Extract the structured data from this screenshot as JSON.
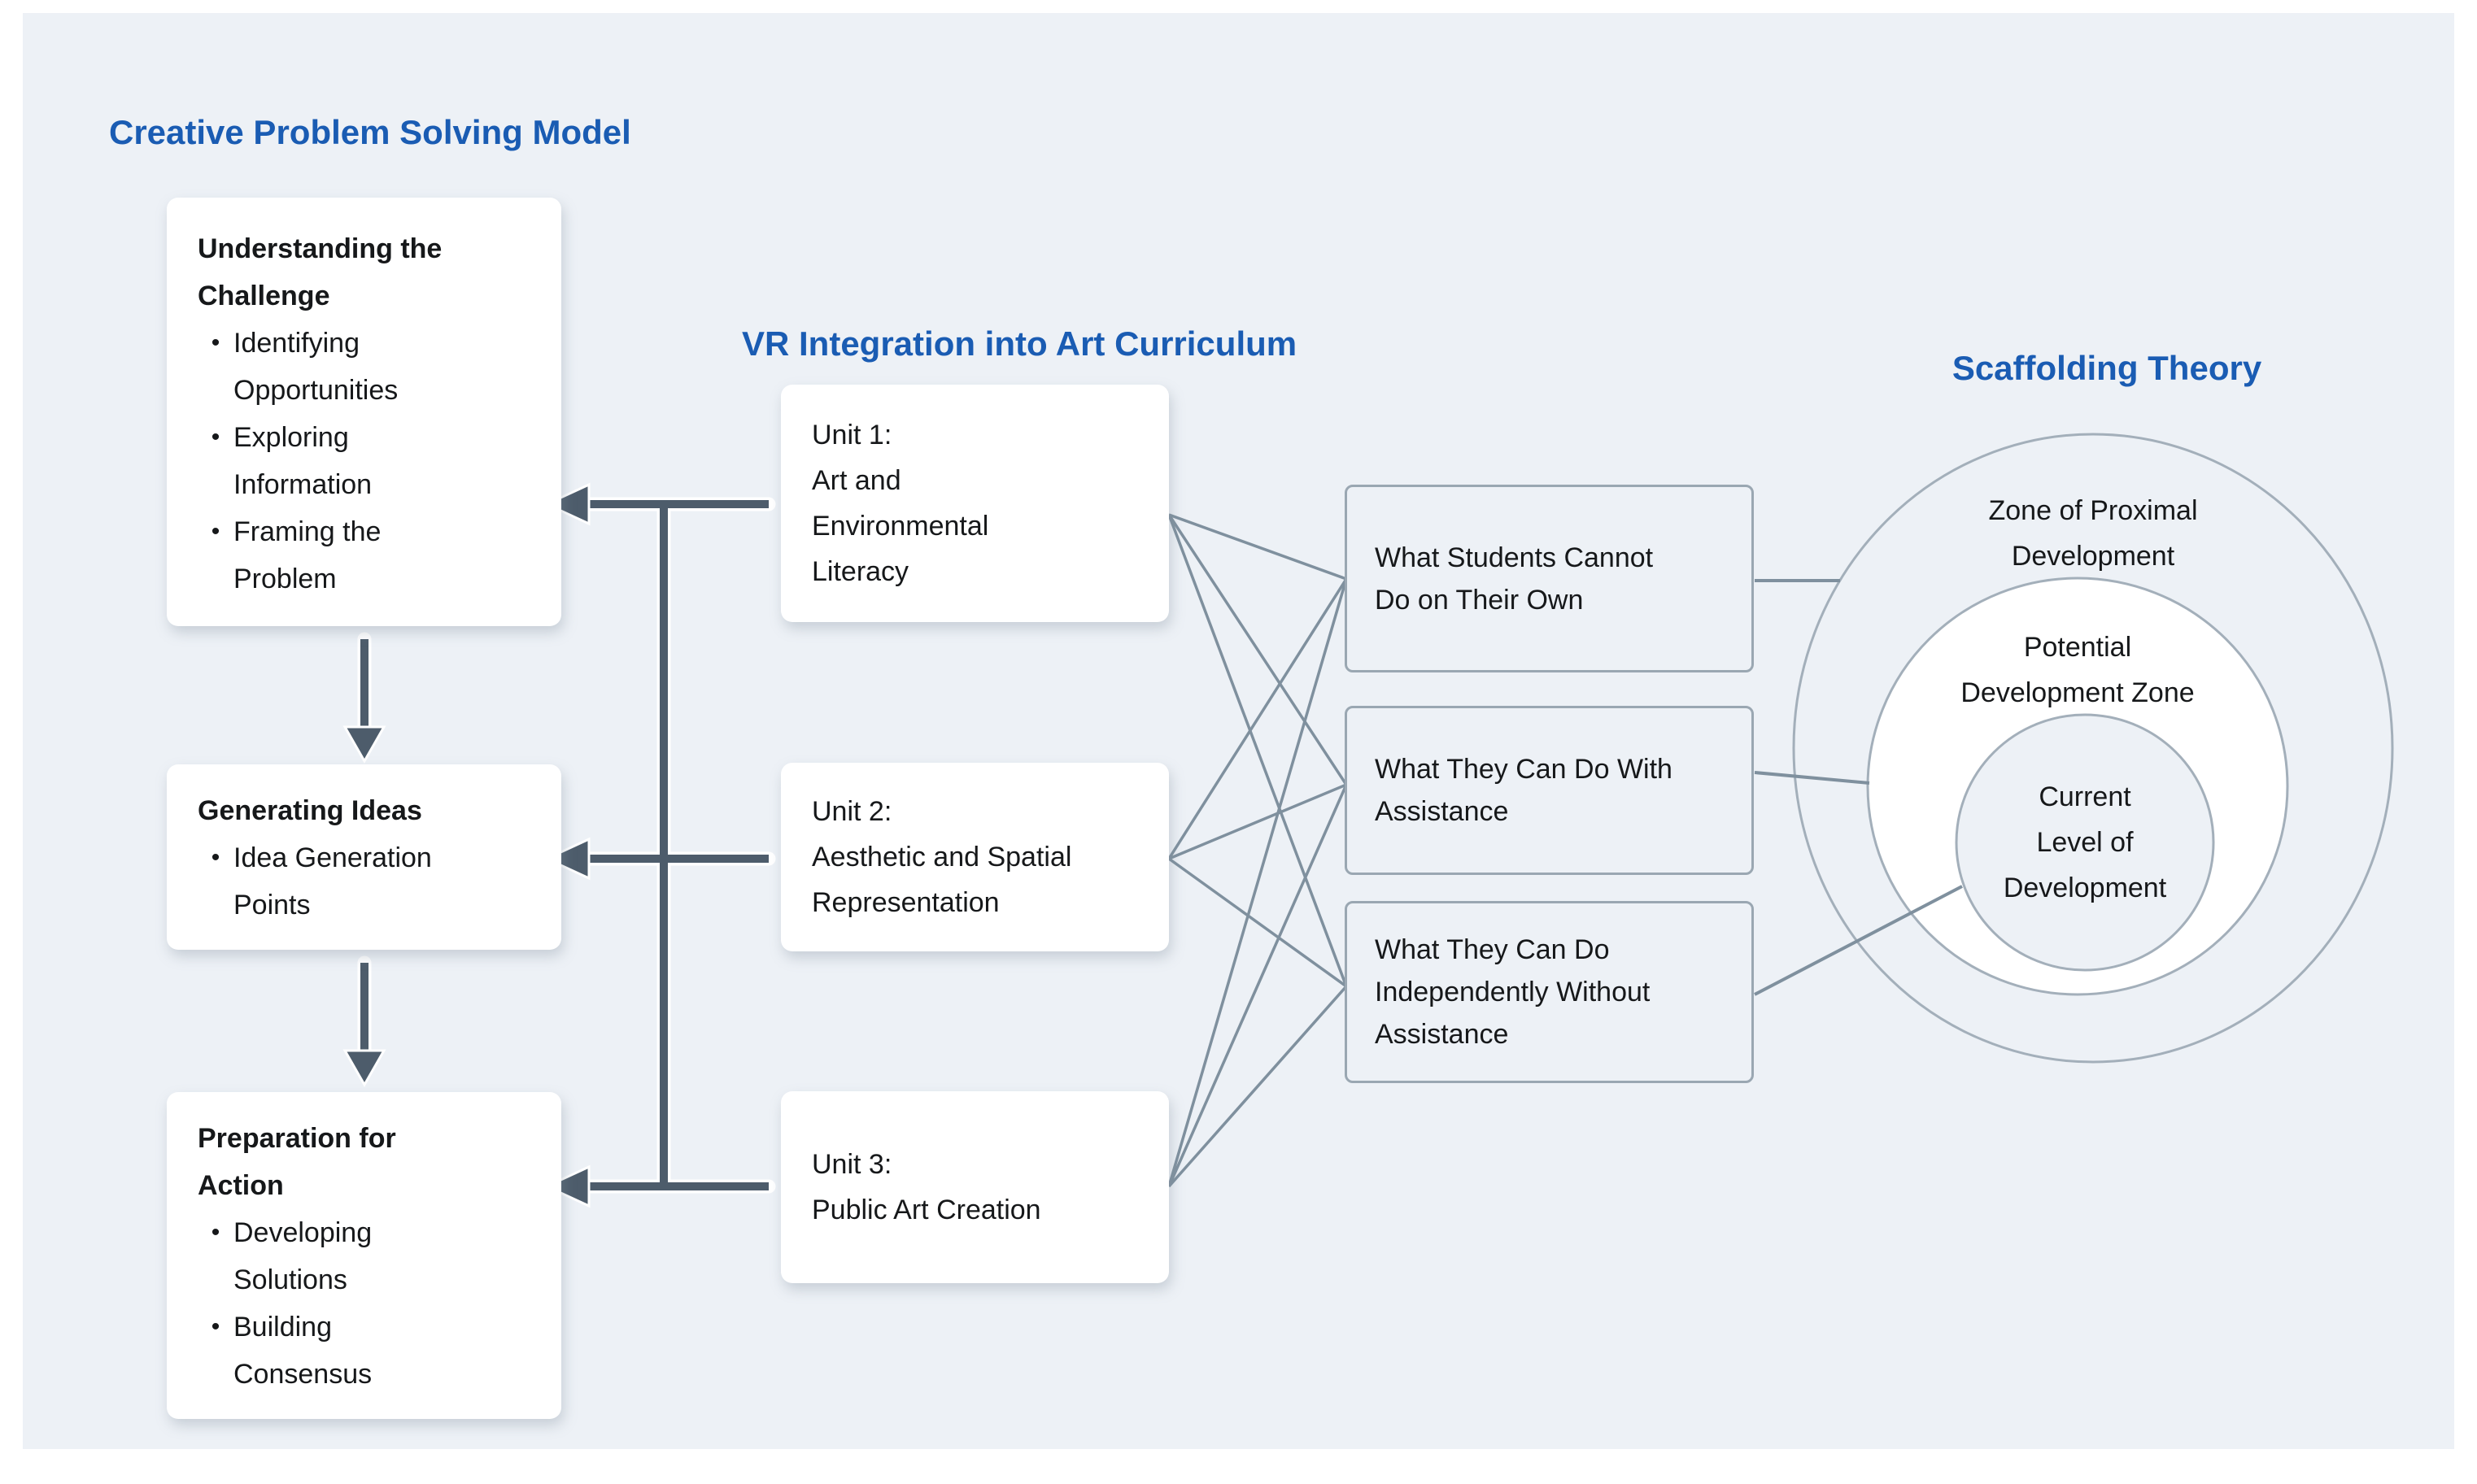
{
  "titles": {
    "cps": "Creative Problem Solving Model",
    "vr": "VR Integration into Art Curriculum",
    "scaffolding": "Scaffolding Theory"
  },
  "cps_boxes": [
    {
      "title": "Understanding the\nChallenge",
      "bullets": [
        "Identifying\nOpportunities",
        "Exploring\nInformation",
        "Framing the\nProblem"
      ]
    },
    {
      "title": "Generating Ideas",
      "bullets": [
        "Idea Generation\nPoints"
      ]
    },
    {
      "title": "Preparation for\nAction",
      "bullets": [
        "Developing\nSolutions",
        "Building\nConsensus"
      ]
    }
  ],
  "bullet_glyph": "•",
  "vr_units": [
    {
      "text": "Unit 1:\nArt and\nEnvironmental\nLiteracy"
    },
    {
      "text": "Unit 2:\nAesthetic and Spatial\nRepresentation"
    },
    {
      "text": "Unit 3:\nPublic Art Creation"
    }
  ],
  "zpd_boxes": [
    {
      "text": "What Students Cannot\nDo on Their Own"
    },
    {
      "text": "What They Can Do With\nAssistance"
    },
    {
      "text": "What They Can Do\nIndependently Without\nAssistance"
    }
  ],
  "circles": [
    {
      "label": "Zone of Proximal\nDevelopment"
    },
    {
      "label": "Potential\nDevelopment Zone"
    },
    {
      "label": "Current\nLevel of\nDevelopment"
    }
  ],
  "colors": {
    "canvas_bg": "#edf1f6",
    "title_blue": "#1a5cb3",
    "arrow_dark": "#4d5c6b",
    "connector_gray": "#7f909e",
    "circle_stroke": "#a3afba",
    "zpd_border": "#9aa7b2",
    "card_white": "#ffffff",
    "text_black": "#16181a"
  }
}
